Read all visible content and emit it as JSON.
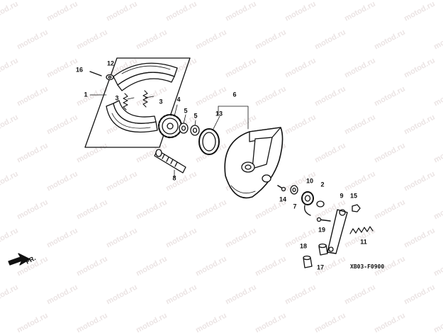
{
  "watermark": {
    "text": "motod.ru"
  },
  "diagram": {
    "code": "XB03-F0900",
    "direction": "FR.",
    "callouts": [
      {
        "id": "16",
        "label": "16"
      },
      {
        "id": "12",
        "label": "12"
      },
      {
        "id": "1",
        "label": "1"
      },
      {
        "id": "3a",
        "label": "3"
      },
      {
        "id": "3b",
        "label": "3"
      },
      {
        "id": "4",
        "label": "4"
      },
      {
        "id": "5a",
        "label": "5"
      },
      {
        "id": "5b",
        "label": "5"
      },
      {
        "id": "6",
        "label": "6"
      },
      {
        "id": "13",
        "label": "13"
      },
      {
        "id": "8",
        "label": "8"
      },
      {
        "id": "10",
        "label": "10"
      },
      {
        "id": "2",
        "label": "2"
      },
      {
        "id": "14",
        "label": "14"
      },
      {
        "id": "7",
        "label": "7"
      },
      {
        "id": "9",
        "label": "9"
      },
      {
        "id": "15",
        "label": "15"
      },
      {
        "id": "19",
        "label": "19"
      },
      {
        "id": "11",
        "label": "11"
      },
      {
        "id": "18",
        "label": "18"
      },
      {
        "id": "17",
        "label": "17"
      }
    ]
  }
}
